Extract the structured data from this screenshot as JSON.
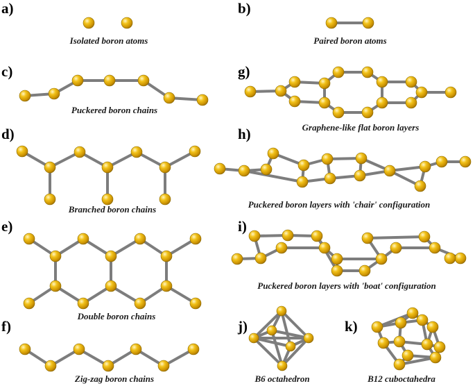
{
  "panels": [
    {
      "id": "a",
      "label": "a)",
      "caption": "Isolated boron atoms"
    },
    {
      "id": "b",
      "label": "b)",
      "caption": "Paired boron atoms"
    },
    {
      "id": "c",
      "label": "c)",
      "caption": "Puckered boron chains"
    },
    {
      "id": "g",
      "label": "g)",
      "caption": "Graphene-like flat boron layers"
    },
    {
      "id": "d",
      "label": "d)",
      "caption": "Branched boron chains"
    },
    {
      "id": "h",
      "label": "h)",
      "caption": "Puckered boron layers with 'chair' configuration"
    },
    {
      "id": "e",
      "label": "e)",
      "caption": "Double boron chains"
    },
    {
      "id": "i",
      "label": "i)",
      "caption": "Puckered boron layers with 'boat' configuration"
    },
    {
      "id": "f",
      "label": "f)",
      "caption": "Zig-zag boron chains"
    },
    {
      "id": "j",
      "label": "j)",
      "caption": "B6 octahedron"
    },
    {
      "id": "k",
      "label": "k)",
      "caption": "B12 cuboctahedra"
    }
  ],
  "colors": {
    "atom": "#e0a800",
    "bond": "#7d7d7d"
  }
}
